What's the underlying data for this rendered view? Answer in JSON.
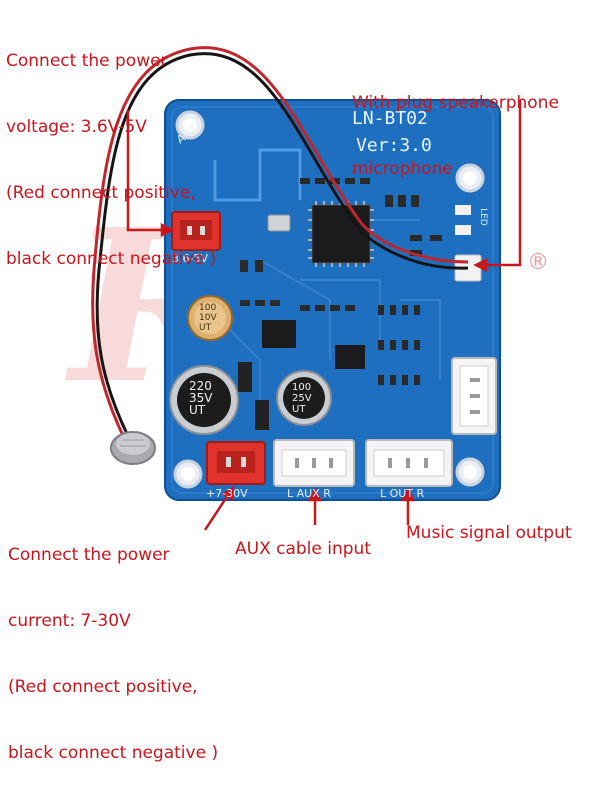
{
  "annotations": {
    "power_voltage": [
      "Connect the power",
      "voltage: 3.6V-5V",
      "(Red connect positive,",
      "black connect negative )"
    ],
    "mic": [
      "With plug speakerphone",
      "microphone"
    ],
    "power_current": [
      "Connect the power",
      "current: 7-30V",
      "(Red connect positive,",
      "black connect negative )"
    ],
    "aux": "AUX cable input",
    "music": "Music signal output"
  },
  "board": {
    "model": "LN-BT02",
    "version": "Ver:3.0",
    "ant_label": "ANT",
    "power_small_label": "3.6-5V",
    "power_large_label": "+7-30V",
    "aux_label": "L AUX R",
    "out_label": "L OUT R",
    "cap1": [
      "220",
      "35V",
      "UT"
    ],
    "cap2": [
      "100",
      "25V",
      "UT"
    ],
    "cap3": [
      "100",
      "10V",
      "UT"
    ],
    "led_label": "LED",
    "watermark": "R",
    "watermark_mark": "®"
  },
  "colors": {
    "annotation_red": "#c8161d",
    "board_blue": "#1a6fc4",
    "connector_red": "#e0332b"
  }
}
